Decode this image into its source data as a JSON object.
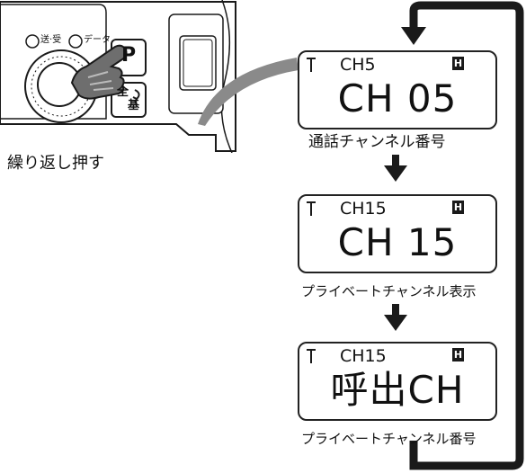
{
  "device": {
    "label_tx_rx": "送·受",
    "label_data": "データ",
    "p_button_label": "P",
    "mode_button_label_top": "全",
    "mode_button_label_bottom": "基",
    "caption": "繰り返し押す"
  },
  "screens": [
    {
      "top_channel": "CH5",
      "main_text": "CH  05",
      "caption": "通話チャンネル番号"
    },
    {
      "top_channel": "CH15",
      "main_text": "CH  15",
      "caption": "プライベートチャンネル表示"
    },
    {
      "top_channel": "CH15",
      "main_text": "呼出CH",
      "caption": "プライベートチャンネル番号"
    }
  ],
  "h_indicator": "H",
  "colors": {
    "ink": "#1a1a1a",
    "device_gray": "#6e6e6e",
    "pointer_gray": "#8a8a8a"
  }
}
